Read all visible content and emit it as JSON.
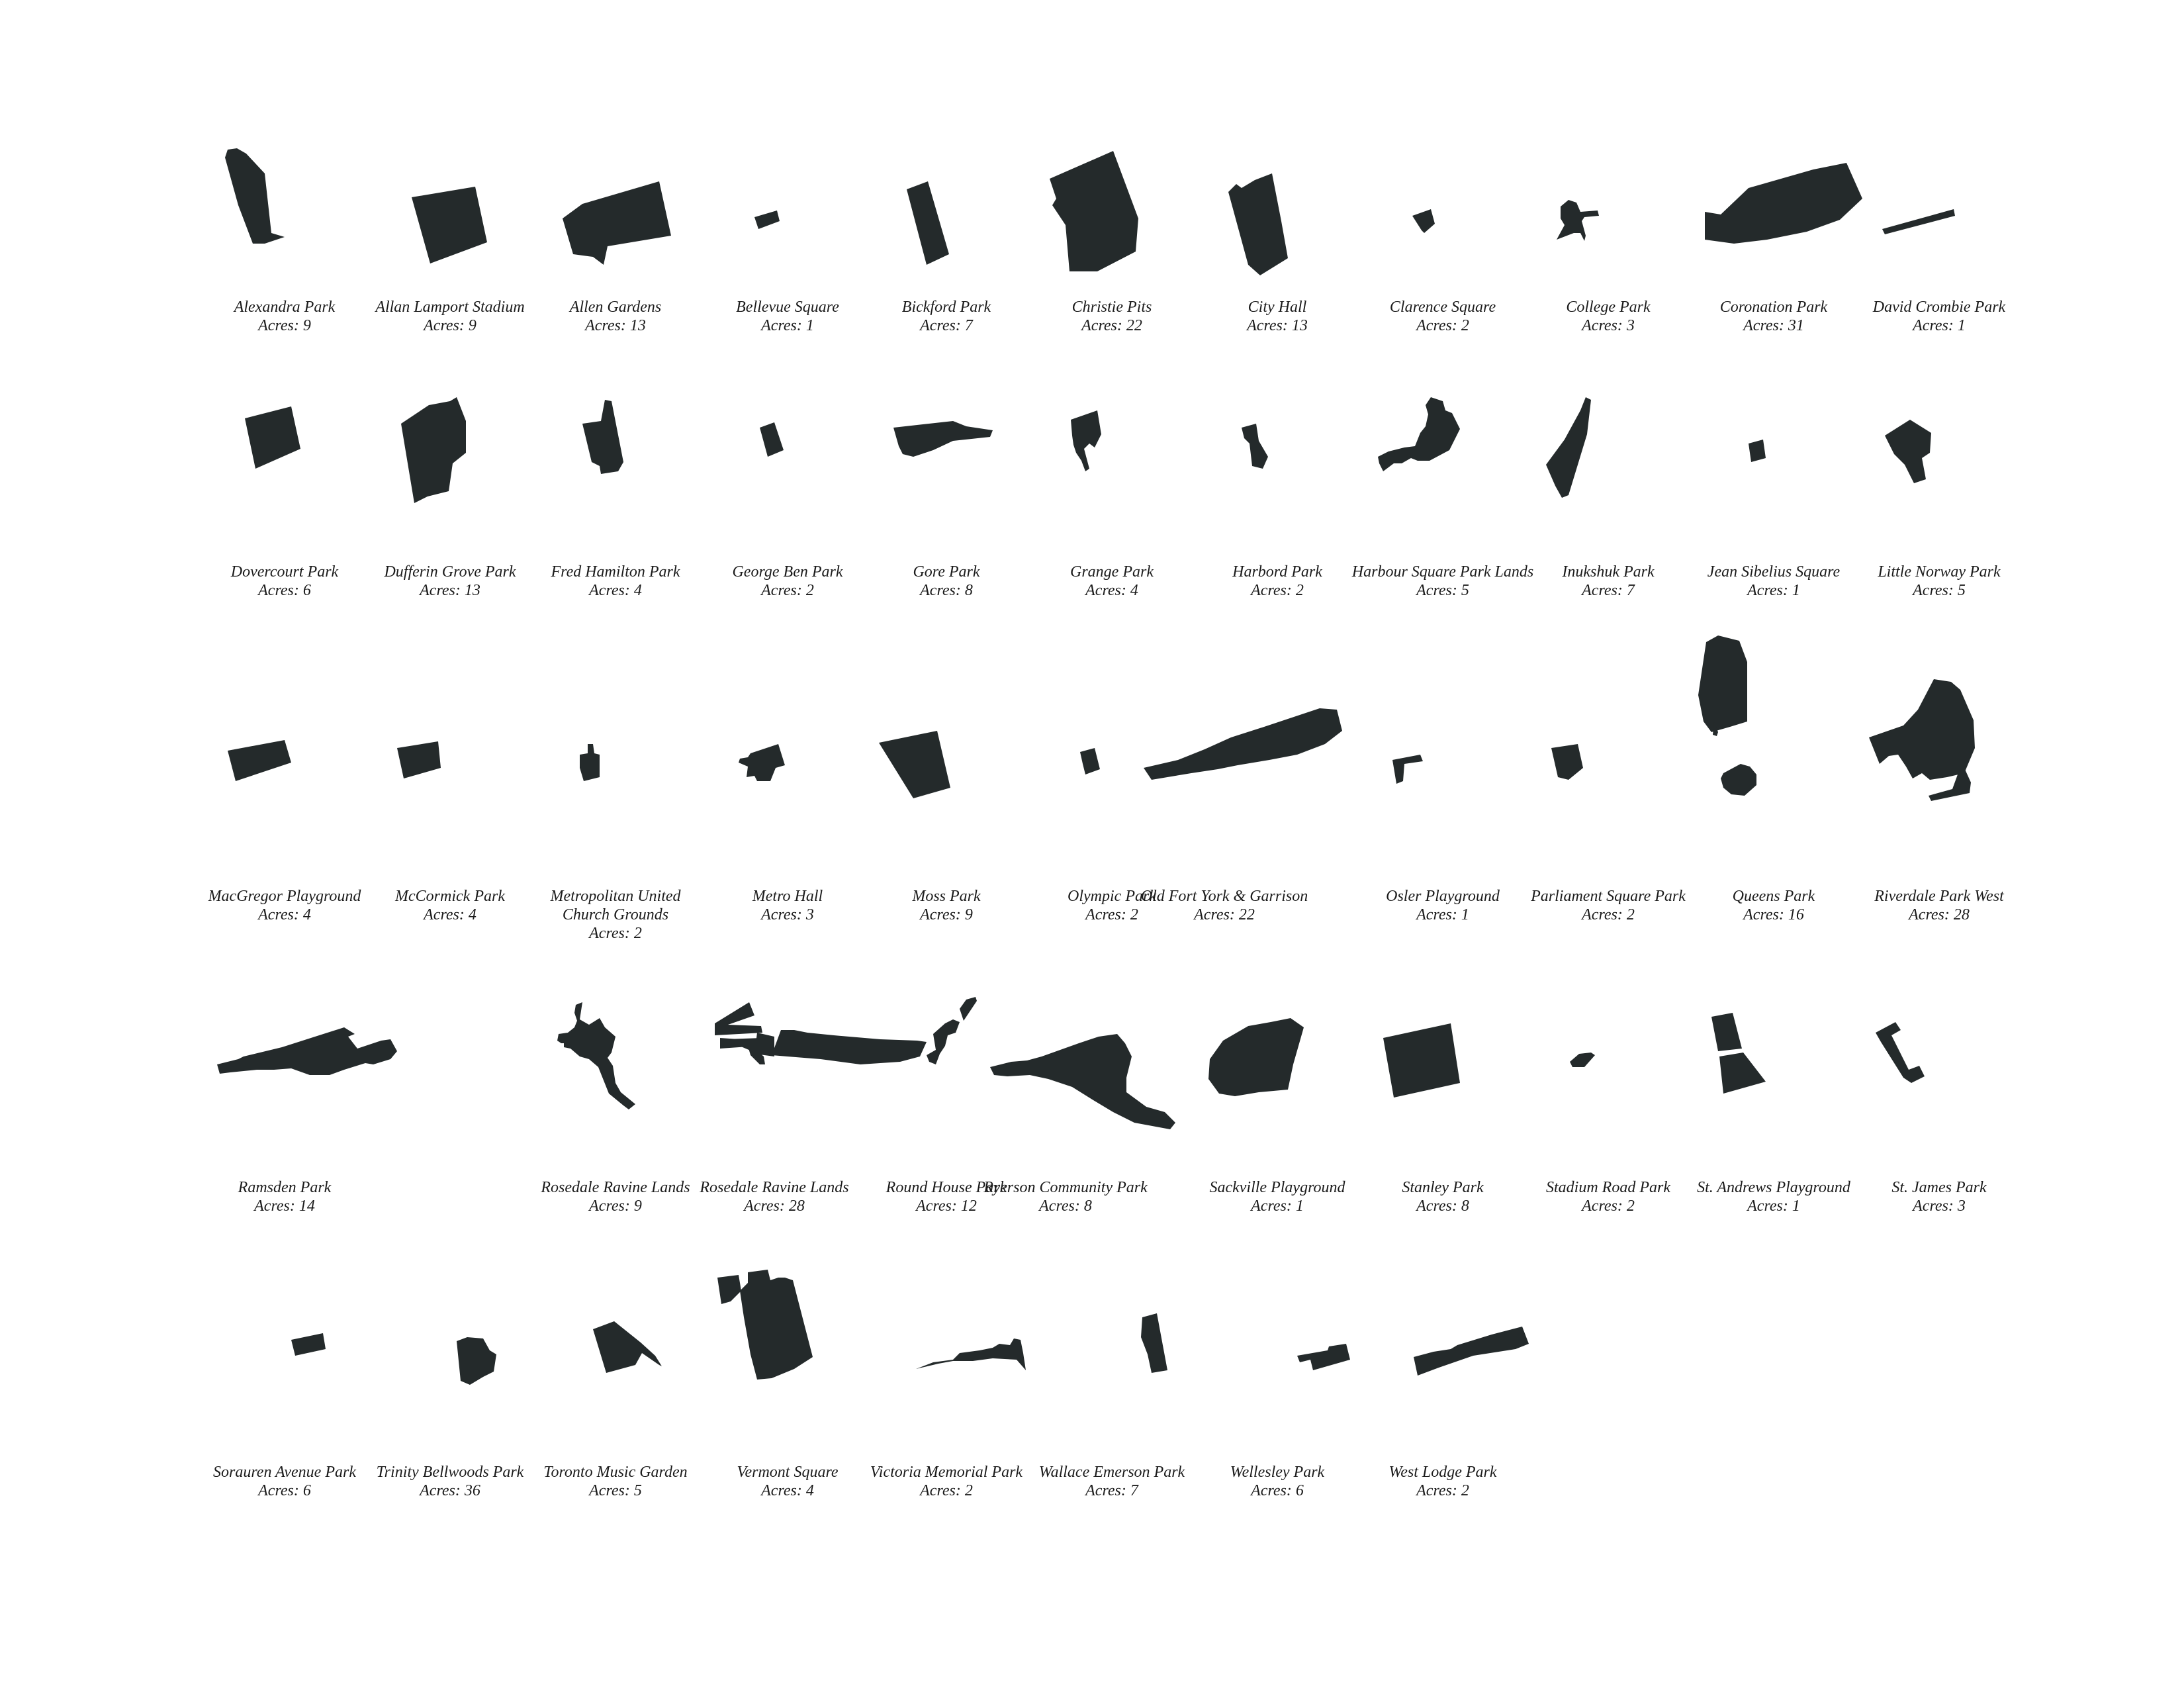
{
  "parks": [
    {
      "name": "Alexandra Park",
      "acres": "Acres: 9"
    },
    {
      "name": "Allan Lamport Stadium",
      "acres": "Acres: 9"
    },
    {
      "name": "Allen Gardens",
      "acres": "Acres: 13"
    },
    {
      "name": "Bellevue Square",
      "acres": "Acres: 1"
    },
    {
      "name": "Bickford Park",
      "acres": "Acres: 7"
    },
    {
      "name": "Christie Pits",
      "acres": "Acres: 22"
    },
    {
      "name": "City Hall",
      "acres": "Acres: 13"
    },
    {
      "name": "Clarence Square",
      "acres": "Acres: 2"
    },
    {
      "name": "College Park",
      "acres": "Acres: 3"
    },
    {
      "name": "Coronation Park",
      "acres": "Acres: 31"
    },
    {
      "name": "David Crombie Park",
      "acres": "Acres: 1"
    },
    {
      "name": "Dovercourt Park",
      "acres": "Acres: 6"
    },
    {
      "name": "Dufferin Grove Park",
      "acres": "Acres: 13"
    },
    {
      "name": "Fred Hamilton Park",
      "acres": "Acres: 4"
    },
    {
      "name": "George Ben Park",
      "acres": "Acres: 2"
    },
    {
      "name": "Gore Park",
      "acres": "Acres: 8"
    },
    {
      "name": "Grange Park",
      "acres": "Acres: 4"
    },
    {
      "name": "Harbord Park",
      "acres": "Acres: 2"
    },
    {
      "name": "Harbour Square Park Lands",
      "acres": "Acres: 5"
    },
    {
      "name": "Inukshuk Park",
      "acres": "Acres: 7"
    },
    {
      "name": "Jean Sibelius Square",
      "acres": "Acres: 1"
    },
    {
      "name": "Little Norway Park",
      "acres": "Acres: 5"
    },
    {
      "name": "MacGregor Playground",
      "acres": "Acres: 4"
    },
    {
      "name": "McCormick Park",
      "acres": "Acres: 4"
    },
    {
      "name": "Metropolitan United\nChurch Grounds",
      "acres": "Acres: 2"
    },
    {
      "name": "Metro Hall",
      "acres": "Acres: 3"
    },
    {
      "name": "Moss Park",
      "acres": "Acres: 9"
    },
    {
      "name": "Olympic Park",
      "acres": "Acres: 2"
    },
    {
      "name": "Old Fort York & Garrison",
      "acres": "Acres: 22"
    },
    {
      "name": "Osler Playground",
      "acres": "Acres: 1"
    },
    {
      "name": "Parliament Square Park",
      "acres": "Acres: 2"
    },
    {
      "name": "Queens Park",
      "acres": "Acres: 16"
    },
    {
      "name": "Riverdale Park West",
      "acres": "Acres: 28"
    },
    {
      "name": "Ramsden Park",
      "acres": "Acres: 14"
    },
    {
      "name": "Rosedale Ravine Lands",
      "acres": "Acres: 9"
    },
    {
      "name": "Rosedale Ravine Lands",
      "acres": "Acres: 28"
    },
    {
      "name": "Round House Park",
      "acres": "Acres: 12"
    },
    {
      "name": "Ryerson Community Park",
      "acres": "Acres: 8"
    },
    {
      "name": "Sackville Playground",
      "acres": "Acres: 1"
    },
    {
      "name": "Stanley Park",
      "acres": "Acres: 8"
    },
    {
      "name": "Stadium Road Park",
      "acres": "Acres: 2"
    },
    {
      "name": "St. Andrews Playground",
      "acres": "Acres: 1"
    },
    {
      "name": "St. James Park",
      "acres": "Acres: 3"
    },
    {
      "name": "Sorauren Avenue Park",
      "acres": "Acres: 6"
    },
    {
      "name": "Trinity Bellwoods Park",
      "acres": "Acres: 36"
    },
    {
      "name": "Toronto Music Garden",
      "acres": "Acres: 5"
    },
    {
      "name": "Vermont Square",
      "acres": "Acres: 4"
    },
    {
      "name": "Victoria Memorial Park",
      "acres": "Acres: 2"
    },
    {
      "name": "Wallace Emerson Park",
      "acres": "Acres: 7"
    },
    {
      "name": "Wellesley Park",
      "acres": "Acres: 6"
    },
    {
      "name": "West Lodge Park",
      "acres": "Acres: 2"
    }
  ],
  "colors": {
    "shape": "#242a2b",
    "background": "#ffffff",
    "text": "#1b1b1b"
  }
}
